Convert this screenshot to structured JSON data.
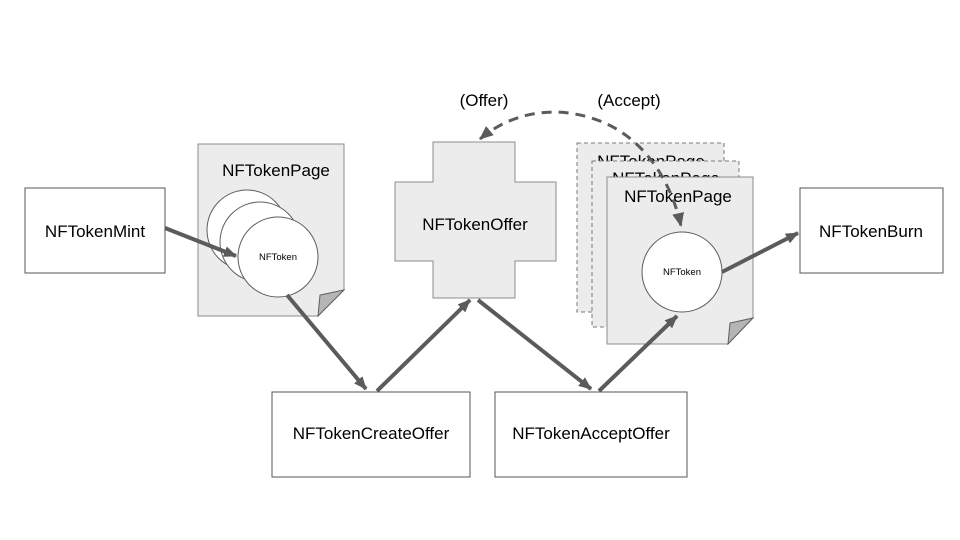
{
  "diagram": {
    "nodes": {
      "mint": {
        "label": "NFTokenMint"
      },
      "page_left": {
        "title": "NFTokenPage",
        "token_label": "NFToken"
      },
      "offer": {
        "label": "NFTokenOffer"
      },
      "page_right": {
        "back_title": "NFTokenPage",
        "middle_title": "NFTokenPage",
        "front_title": "NFTokenPage",
        "token_label": "NFToken"
      },
      "burn": {
        "label": "NFTokenBurn"
      },
      "create_offer": {
        "label": "NFTokenCreateOffer"
      },
      "accept_offer": {
        "label": "NFTokenAcceptOffer"
      }
    },
    "annotations": {
      "offer": "(Offer)",
      "accept": "(Accept)"
    },
    "colors": {
      "background": "#ffffff",
      "page_fill": "#ececec",
      "node_fill": "#ffffff",
      "node_border": "#545454",
      "shape_border": "#8c8c8c",
      "circle_border": "#5e5e5e",
      "arrow": "#5b5b5b",
      "fold": "#b5b5b5",
      "text": "#000000"
    }
  }
}
